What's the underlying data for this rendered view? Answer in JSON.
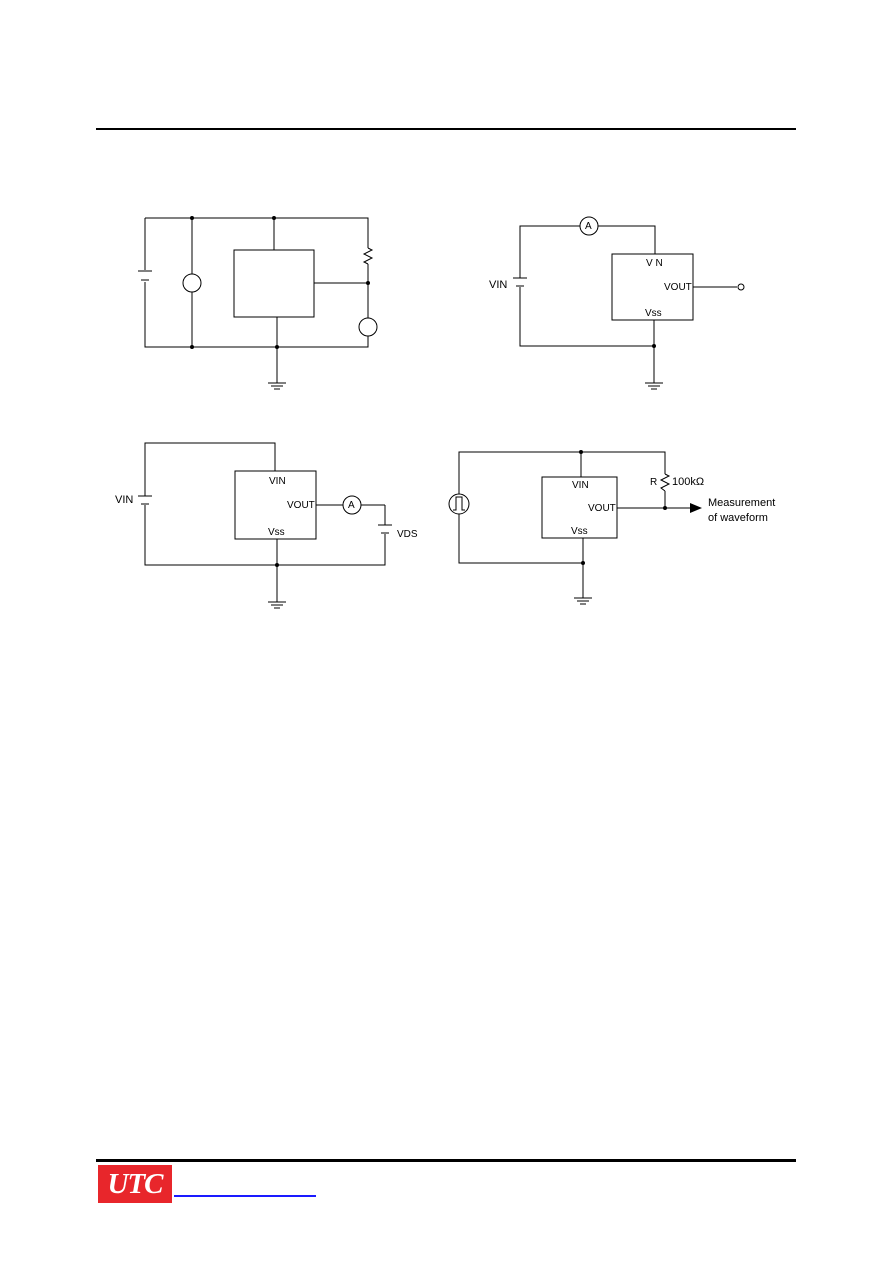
{
  "logo": {
    "text": "UTC",
    "bg_color": "#e8262b"
  },
  "circuit2": {
    "vin_left": "VIN",
    "vin_pin": "V N",
    "vout_pin": "VOUT",
    "vss_pin": "Vss",
    "ammeter": "A"
  },
  "circuit3": {
    "vin_left": "VIN",
    "vin_pin": "VIN",
    "vout_pin": "VOUT",
    "vss_pin": "Vss",
    "ammeter": "A",
    "vds": "VDS"
  },
  "circuit4": {
    "vin_pin": "VIN",
    "vout_pin": "VOUT",
    "vss_pin": "Vss",
    "resistor_name": "R",
    "resistor_value": "100kΩ",
    "measure_line1": "Measurement",
    "measure_line2": "of waveform"
  }
}
